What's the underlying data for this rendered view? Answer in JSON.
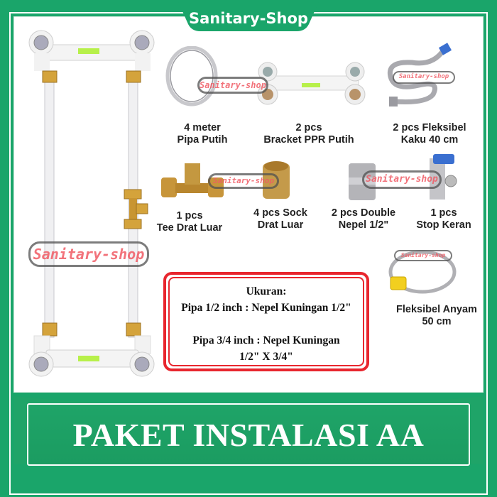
{
  "brand": {
    "title": "Sanitary-Shop",
    "watermark": "Sanitary-shop",
    "colors": {
      "green": "#1aa56a",
      "red": "#e8262e",
      "watermark": "#f05a64"
    }
  },
  "items": [
    {
      "id": "pipe",
      "label_line1": "4 meter",
      "label_line2": "Pipa Putih",
      "icon": "white-pipe-coil-icon"
    },
    {
      "id": "bracket",
      "label_line1": "2 pcs",
      "label_line2": "Bracket PPR Putih",
      "icon": "ppr-bracket-icon"
    },
    {
      "id": "flex-rigid",
      "label_line1": "2 pcs Fleksibel",
      "label_line2": "Kaku 40 cm",
      "icon": "flexible-hose-icon"
    },
    {
      "id": "tee",
      "label_line1": "1 pcs",
      "label_line2": "Tee Drat Luar",
      "icon": "brass-tee-icon"
    },
    {
      "id": "sock",
      "label_line1": "4 pcs Sock",
      "label_line2": "Drat Luar",
      "icon": "brass-sock-icon"
    },
    {
      "id": "nepel",
      "label_line1": "2 pcs Double",
      "label_line2": "Nepel 1/2\"",
      "icon": "double-nipple-icon"
    },
    {
      "id": "valve",
      "label_line1": "1 pcs",
      "label_line2": "Stop Keran",
      "icon": "stop-valve-icon"
    },
    {
      "id": "flex-braided",
      "label_line1": "Fleksibel Anyam",
      "label_line2": "50 cm",
      "icon": "braided-hose-icon"
    }
  ],
  "size_info": {
    "heading": "Ukuran:",
    "line1": "Pipa 1/2 inch : Nepel Kuningan 1/2\"",
    "line2": "Pipa 3/4 inch : Nepel Kuningan",
    "line3": "1/2\" X 3/4\""
  },
  "banner": {
    "title": "PAKET INSTALASI AA"
  }
}
